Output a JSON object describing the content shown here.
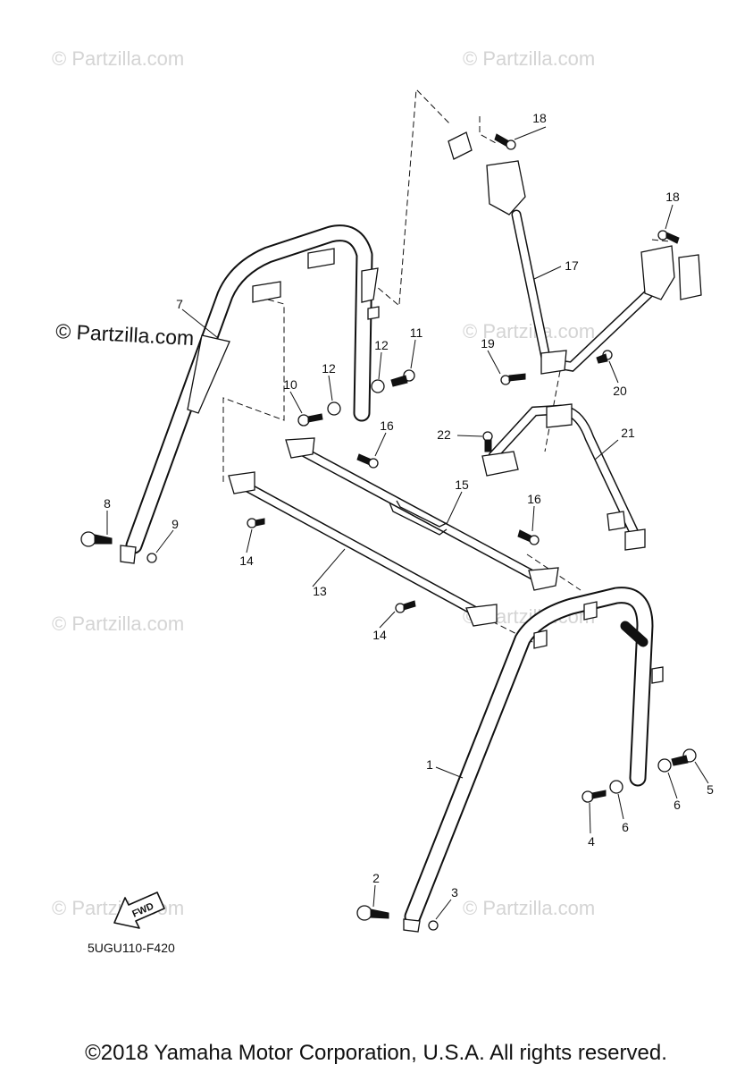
{
  "watermarks": {
    "text": "© Partzilla.com",
    "feature_text": "© Partzilla.com"
  },
  "diagram": {
    "code": "5UGU110-F420",
    "fwd_label": "FWD",
    "callouts": [
      "1",
      "2",
      "3",
      "4",
      "5",
      "6",
      "6",
      "7",
      "8",
      "9",
      "10",
      "11",
      "12",
      "12",
      "13",
      "14",
      "14",
      "15",
      "16",
      "16",
      "17",
      "18",
      "18",
      "19",
      "20",
      "21",
      "22"
    ]
  },
  "footer": {
    "copyright": "©2018 Yamaha Motor Corporation, U.S.A. All rights reserved."
  },
  "colors": {
    "line": "#111111",
    "watermark": "#d4d4d4",
    "background": "#ffffff"
  }
}
